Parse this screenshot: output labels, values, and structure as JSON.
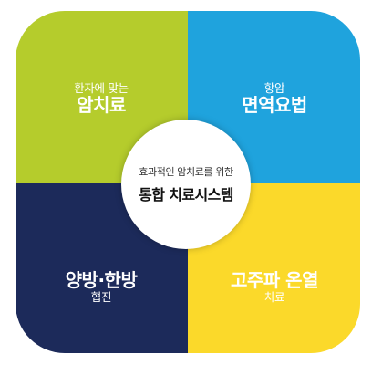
{
  "colors": {
    "top_left": "#b5cc2c",
    "top_right": "#1fa3dd",
    "bottom_left": "#1c2a5a",
    "bottom_right": "#fbd92a"
  },
  "quadrants": {
    "top_left": {
      "small": "환자에 맞는",
      "big": "암치료"
    },
    "top_right": {
      "small": "항암",
      "big": "면역요법"
    },
    "bottom_left": {
      "big": "양방·한방",
      "small": "협진"
    },
    "bottom_right": {
      "big": "고주파 온열",
      "small": "치료"
    }
  },
  "center": {
    "subtitle": "효과적인 암치료를 위한",
    "title": "통합 치료시스템"
  }
}
